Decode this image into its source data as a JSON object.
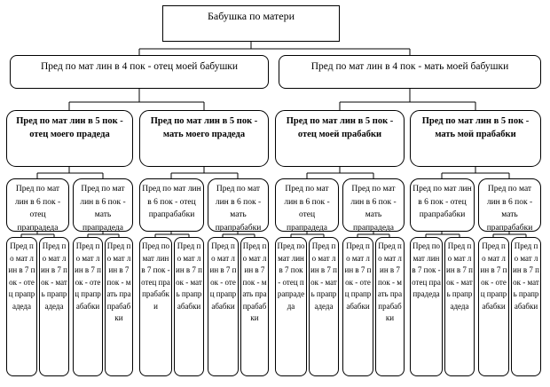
{
  "diagram": {
    "root": "Бабушка по матери",
    "gen4": [
      "Пред по мат лин в 4  пок  - отец моей бабушки",
      "Пред по мат лин в 4  пок  - мать моей бабушки"
    ],
    "gen5": [
      "Пред по мат лин в 5  пок - отец моего прадеда",
      "Пред по мат лин в 5  пок - мать моего прадеда",
      "Пред по мат лин в 5  пок - отец моей  прабабки",
      "Пред по мат лин в 5  пок - мать мой прабабки"
    ],
    "gen6": [
      "Пред по мат лин в 6 пок - отец прапрадеда",
      "Пред по мат лин в 6  пок - мать прапрадеда",
      "Пред по мат лин в 6  пок - отец прапрабабки",
      "Пред по мат лин в 6  пок - мать прапрабабки",
      "Пред по мат лин в 6  пок - отец прапрадеда",
      "Пред по мат лин в 6  пок - мать прапрадеда",
      "Пред по мат лин в 6  пок - отец прапрабабки",
      "Пред по мат лин в 6  пок - мать прапрабабки"
    ],
    "gen7": [
      "Пред по мат лин в 7 пок - отец прапрадеда",
      "Пред по мат лин в 7 пок - мать прапрадеда",
      "Пред по мат лин в 7 пок - отец прапрабабки",
      "Пред по мат лин в 7 пок - мать прапрабабки",
      "Пред по мат лин в 7 пок - отец прапрабабки",
      "Пред по мат лин в 7 пок - мать прапрабабки",
      "Пред по мат лин в 7 пок - отец прапрабабки",
      "Пред по мат лин в 7 пок - мать прапрабабки",
      "Пред по мат лин в 7 пок - отец прапрадеда",
      "Пред по мат лин в 7 пок - мать прапрадеда",
      "Пред по мат лин в 7 пок - отец прапрабабки",
      "Пред по мат лин в 7 пок - мать прапрабабки",
      "Пред по мат лин в 7 пок - отец прапрадеда",
      "Пред по мат лин в 7 пок - мать прапрадеда",
      "Пред по мат лин в 7 пок - отец прапрабабки",
      "Пред по мат лин в 7 пок - мать прапрабабки"
    ]
  }
}
